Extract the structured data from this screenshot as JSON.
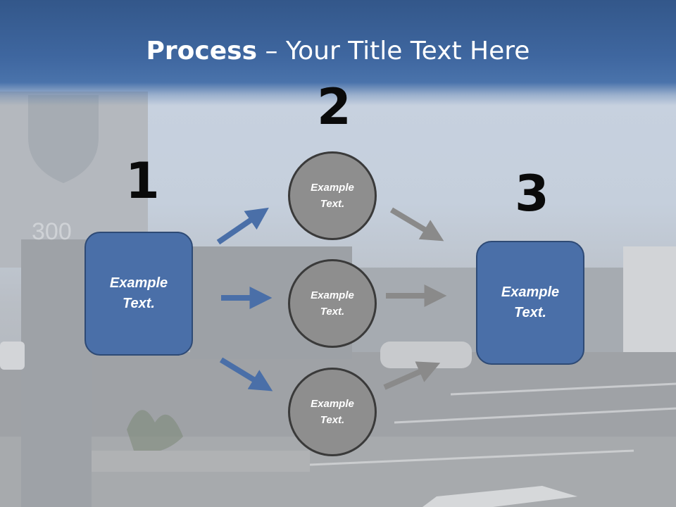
{
  "slide": {
    "title_bold": "Process",
    "title_rest": " – Your Title Text Here",
    "steps": [
      "1",
      "2",
      "3"
    ],
    "left_box": "Example\nText.",
    "right_box": "Example\nText.",
    "circles": [
      "Example\nText.",
      "Example\nText.",
      "Example\nText."
    ],
    "background_sign_number": "300"
  },
  "colors": {
    "header": "#3f67a0",
    "box_fill": "#4a6fa8",
    "box_border": "#2e4a75",
    "circle_fill": "#8e8e8e",
    "circle_border": "#3a3a3a",
    "arrow_blue": "#4a6fa8",
    "arrow_gray": "#8a8a8a"
  }
}
